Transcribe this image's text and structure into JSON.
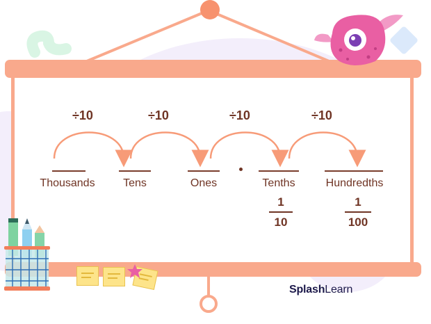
{
  "diagram": {
    "division_labels": [
      "÷10",
      "÷10",
      "÷10",
      "÷10"
    ],
    "places": [
      "Thousands",
      "Tens",
      "Ones",
      "Tenths",
      "Hundredths"
    ],
    "fractions": [
      {
        "numerator": "1",
        "denominator": "10"
      },
      {
        "numerator": "1",
        "denominator": "100"
      }
    ]
  },
  "branding": {
    "logo_text_bold": "Splash",
    "logo_text_rest": "Learn"
  },
  "colors": {
    "frame": "#f9a98c",
    "text": "#6f3424",
    "arrow": "#f79b78",
    "monster": "#e95fa3"
  },
  "icons": [
    "monster-mascot-icon",
    "pencil-cup-icon",
    "sticky-note-icon",
    "star-icon"
  ]
}
